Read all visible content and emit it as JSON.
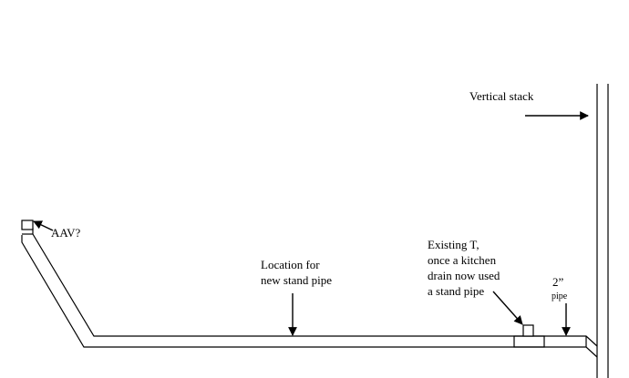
{
  "labels": {
    "vertical_stack": "Vertical stack",
    "aav": "AAV?",
    "location_line1": "Location for",
    "location_line2": "new stand pipe",
    "existing_line1": "Existing T,",
    "existing_line2": "once a kitchen",
    "existing_line3": "drain now used",
    "existing_line4": "a stand pipe",
    "pipe_size": "2”",
    "pipe_word": "pipe"
  },
  "colors": {
    "line": "#000000",
    "background": "#ffffff"
  }
}
